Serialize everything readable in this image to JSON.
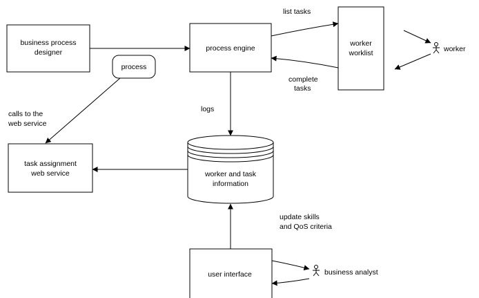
{
  "nodes": {
    "designer": [
      "business process",
      "designer"
    ],
    "engine": [
      "process engine"
    ],
    "process": [
      "process"
    ],
    "worklist": [
      "worker",
      "worklist"
    ],
    "worker": [
      "worker"
    ],
    "task_service": [
      "task assignment",
      "web service"
    ],
    "database": [
      "worker and task",
      "information"
    ],
    "user_interface": [
      "user interface"
    ],
    "business_analyst": [
      "business analyst"
    ]
  },
  "edges": {
    "list_tasks": [
      "list tasks"
    ],
    "complete_tasks": [
      "complete",
      "tasks"
    ],
    "logs": [
      "logs"
    ],
    "calls": [
      "calls to the",
      "web service"
    ],
    "update": [
      "update skills",
      "and QoS criteria"
    ]
  },
  "colors": {
    "stroke": "#000000",
    "fill": "#ffffff",
    "text": "#000000"
  },
  "icons": {
    "actor": "stick-figure-icon"
  }
}
